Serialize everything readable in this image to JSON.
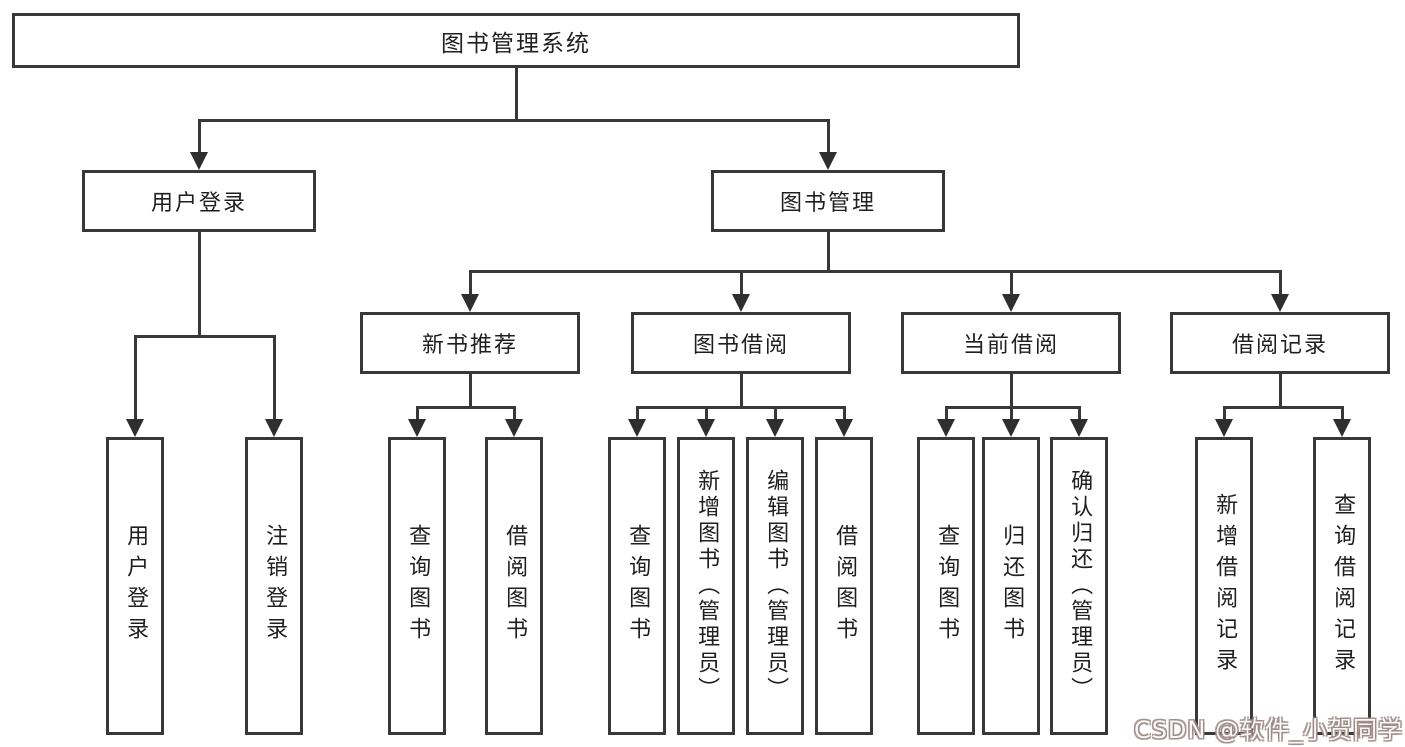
{
  "diagram": {
    "tree": {
      "root": {
        "label": "图书管理系统"
      },
      "branches": [
        {
          "label": "用户登录",
          "leaves": [
            {
              "label": "用户登录"
            },
            {
              "label": "注销登录"
            }
          ]
        },
        {
          "label": "图书管理",
          "groups": [
            {
              "label": "新书推荐",
              "leaves": [
                {
                  "label": "查询图书"
                },
                {
                  "label": "借阅图书"
                }
              ]
            },
            {
              "label": "图书借阅",
              "leaves": [
                {
                  "label": "查询图书"
                },
                {
                  "label": "新增图书（管理员）"
                },
                {
                  "label": "编辑图书（管理员）"
                },
                {
                  "label": "借阅图书"
                }
              ]
            },
            {
              "label": "当前借阅",
              "leaves": [
                {
                  "label": "查询图书"
                },
                {
                  "label": "归还图书"
                },
                {
                  "label": "确认归还（管理员）"
                }
              ]
            },
            {
              "label": "借阅记录",
              "leaves": [
                {
                  "label": "新增借阅记录"
                },
                {
                  "label": "查询借阅记录"
                }
              ]
            }
          ]
        }
      ]
    }
  },
  "watermark": {
    "text": "CSDN @软件_小贺同学"
  },
  "colors": {
    "line": "#383838",
    "arrow": "#2e2e2e",
    "text": "#1f1f1f",
    "background": "#ffffff",
    "watermark_outline": "#9e8a86"
  }
}
